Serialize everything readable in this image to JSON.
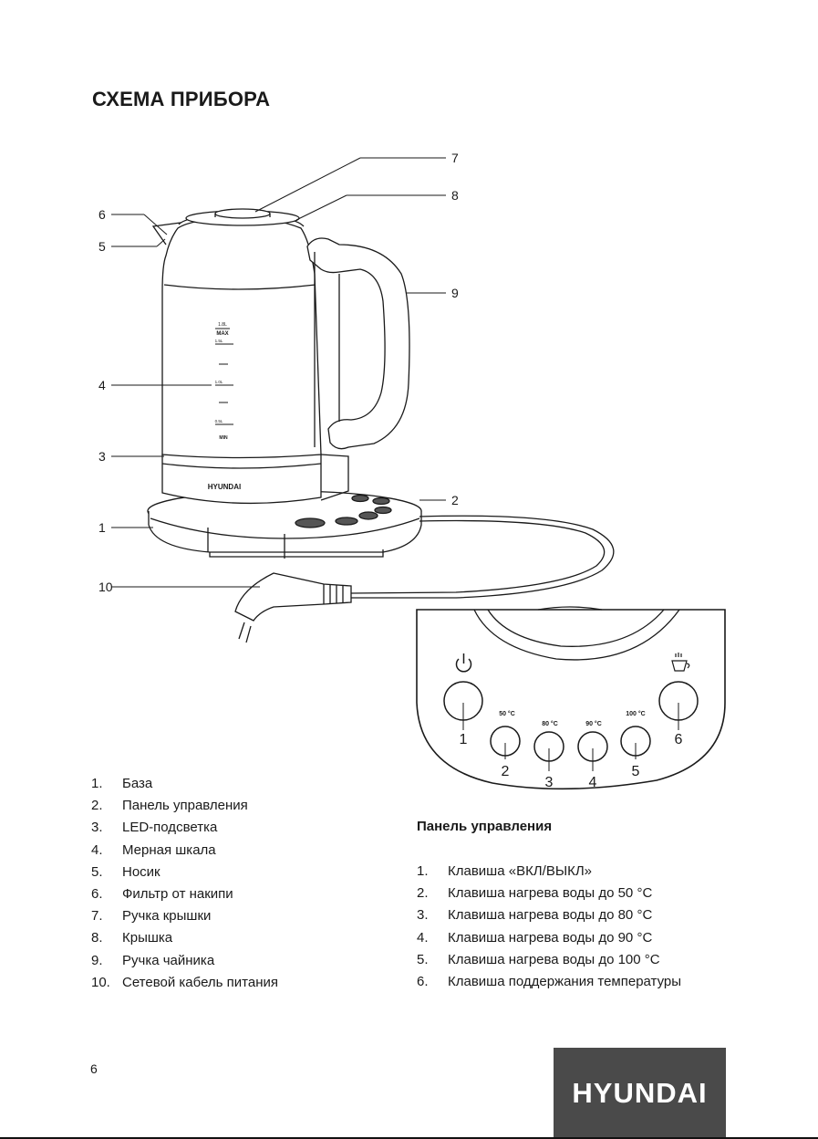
{
  "title": "СХЕМА ПРИБОРА",
  "callouts": [
    "1",
    "2",
    "3",
    "4",
    "5",
    "6",
    "7",
    "8",
    "9",
    "10"
  ],
  "kettle": {
    "brand_label": "HYUNDAI",
    "scale": [
      "1.8L",
      "MAX",
      "1.5L",
      "1.0L",
      "0.5L",
      "MIN"
    ]
  },
  "panel": {
    "temps": [
      "50 °C",
      "80 °C",
      "90 °C",
      "100 °C"
    ],
    "numbers": [
      "1",
      "2",
      "3",
      "4",
      "5",
      "6"
    ]
  },
  "parts": [
    {
      "num": "1.",
      "label": "База"
    },
    {
      "num": "2.",
      "label": "Панель управления"
    },
    {
      "num": "3.",
      "label": "LED-подсветка"
    },
    {
      "num": "4.",
      "label": "Мерная шкала"
    },
    {
      "num": "5.",
      "label": "Носик"
    },
    {
      "num": "6.",
      "label": "Фильтр от накипи"
    },
    {
      "num": "7.",
      "label": "Ручка крышки"
    },
    {
      "num": "8.",
      "label": "Крышка"
    },
    {
      "num": "9.",
      "label": "Ручка чайника"
    },
    {
      "num": "10.",
      "label": "Сетевой кабель питания"
    }
  ],
  "panel_section": {
    "title": "Панель управления",
    "keys": [
      {
        "num": "1.",
        "label": "Клавиша «ВКЛ/ВЫКЛ»"
      },
      {
        "num": "2.",
        "label": "Клавиша нагрева воды до 50 °C"
      },
      {
        "num": "3.",
        "label": "Клавиша нагрева воды до 80 °C"
      },
      {
        "num": "4.",
        "label": "Клавиша нагрева воды до 90 °C"
      },
      {
        "num": "5.",
        "label": "Клавиша нагрева воды до 100 °C"
      },
      {
        "num": "6.",
        "label": "Клавиша поддержания температуры"
      }
    ]
  },
  "footer": {
    "page_number": "6",
    "brand": "HYUNDAI",
    "brand_bg": "#4a4a4a"
  }
}
